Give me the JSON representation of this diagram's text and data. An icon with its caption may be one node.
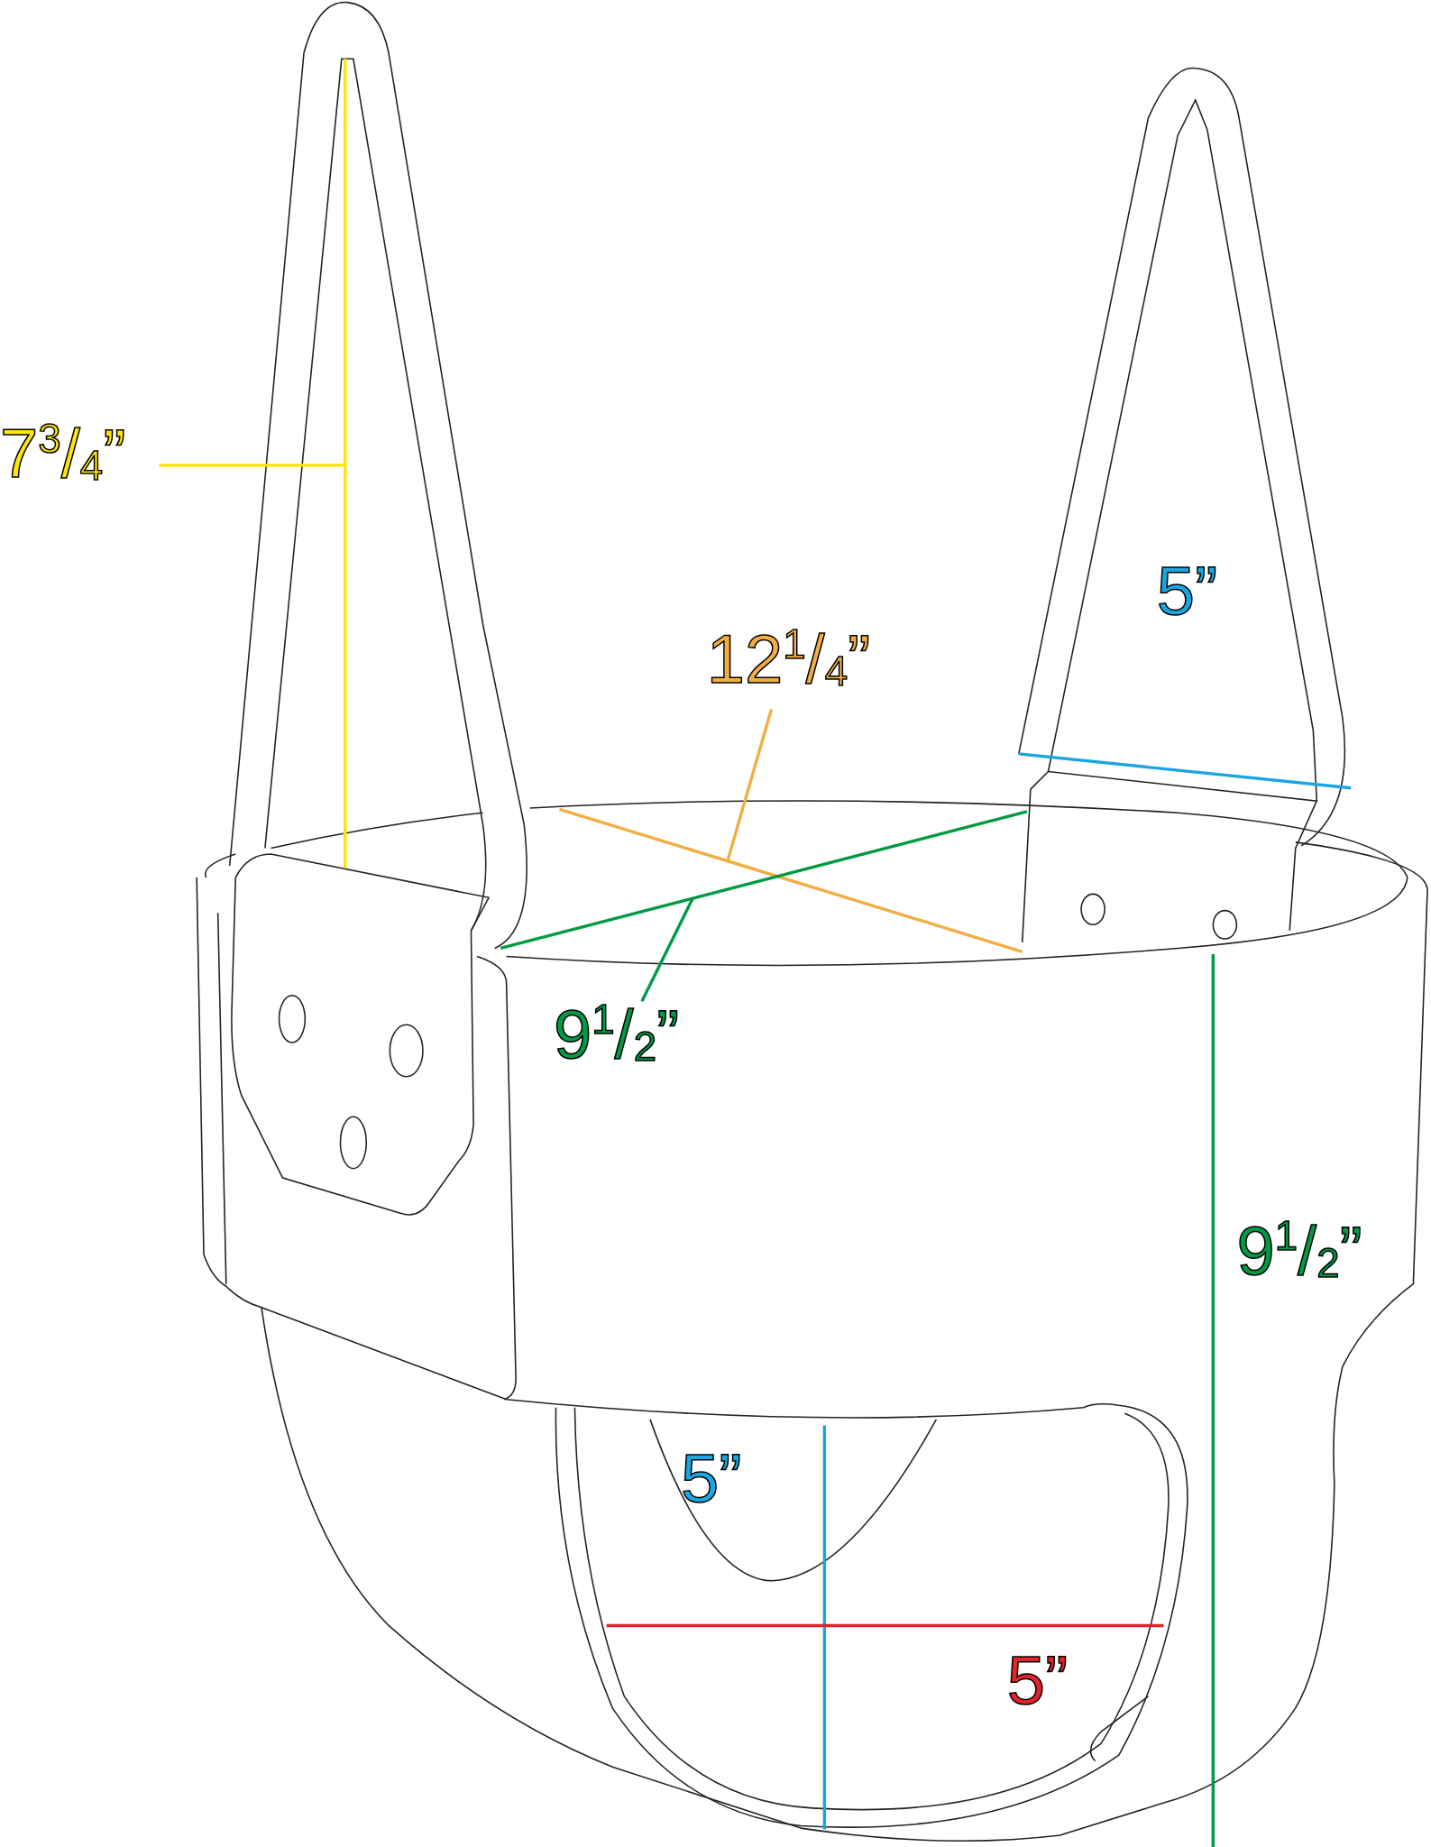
{
  "diagram": {
    "labels": [
      "7$^{3}$/$_{4}$”",
      "12$^{1}$/$_{4}$”",
      "5”",
      "9$^{1}$/$_{2}$”",
      "9$^{1}$/$_{2}$”",
      "5”",
      "5”"
    ]
  }
}
